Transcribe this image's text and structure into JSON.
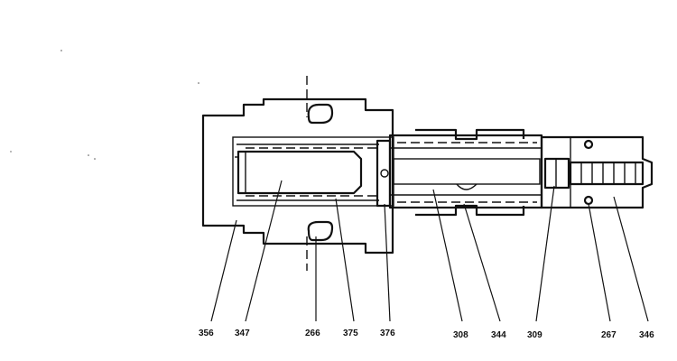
{
  "callouts": {
    "c356": "356",
    "c347": "347",
    "c266": "266",
    "c375": "375",
    "c376": "376",
    "c308": "308",
    "c344": "344",
    "c309": "309",
    "c267": "267",
    "c346": "346"
  }
}
